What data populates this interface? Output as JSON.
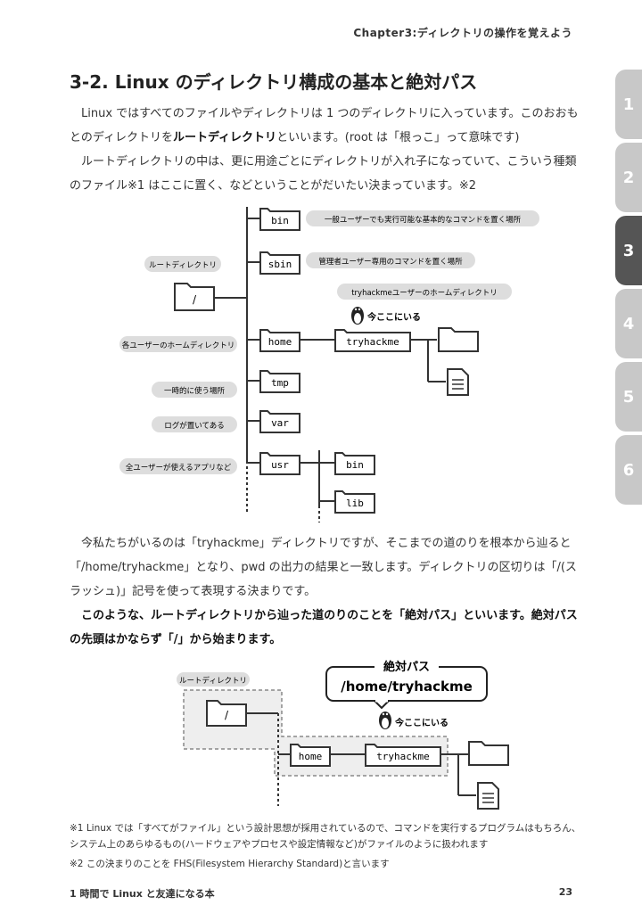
{
  "header": {
    "chapter": "Chapter3:ディレクトリの操作を覚えよう"
  },
  "side_tabs": [
    "1",
    "2",
    "3",
    "4",
    "5",
    "6"
  ],
  "section_title": "3-2. Linux のディレクトリ構成の基本と絶対パス",
  "intro": {
    "p1_a": "Linux ではすべてのファイルやディレクトリは 1 つのディレクトリに入っています。このおおもとのディレクトリを",
    "p1_bold": "ルートディレクトリ",
    "p1_b": "といいます。(root は「根っこ」って意味です)",
    "p2": "ルートディレクトリの中は、更に用途ごとにディレクトリが入れ子になっていて、こういう種類のファイル※1 はここに置く、などということがだいたい決まっています。※2"
  },
  "diagram1": {
    "root_label": "ルートディレクトリ",
    "root_folder": "/",
    "dirs": [
      "bin",
      "sbin",
      "home",
      "tmp",
      "var",
      "usr"
    ],
    "bin_desc": "一般ユーザーでも実行可能な基本的なコマンドを置く場所",
    "sbin_desc": "管理者ユーザー専用のコマンドを置く場所",
    "home_desc": "各ユーザーのホームディレクトリ",
    "tmp_desc": "一時的に使う場所",
    "var_desc": "ログが置いてある",
    "usr_desc": "全ユーザーが使えるアプリなど",
    "tryhackme": "tryhackme",
    "tryhackme_desc": "tryhackmeユーザーのホームディレクトリ",
    "here": "今ここにいる",
    "usr_children": [
      "bin",
      "lib"
    ]
  },
  "body": {
    "p3": "今私たちがいるのは「tryhackme」ディレクトリですが、そこまでの道のりを根本から辿ると「/home/tryhackme」となり、pwd の出力の結果と一致します。ディレクトリの区切りは「/(スラッシュ)」記号を使って表現する決まりです。",
    "p4_bold": "このような、ルートディレクトリから辿った道のりのことを「絶対パス」といいます。絶対パスの先頭はかならず「/」から始まります。"
  },
  "diagram2": {
    "root_label": "ルートディレクトリ",
    "root_folder": "/",
    "abs_title": "絶対パス",
    "abs_path": "/home/tryhackme",
    "here": "今ここにいる",
    "home": "home",
    "tryhackme": "tryhackme"
  },
  "notes": {
    "n1": "※1 Linux では「すべてがファイル」という設計思想が採用されているので、コマンドを実行するプログラムはもちろん、システム上のあらゆるもの(ハードウェアやプロセスや設定情報など)がファイルのように扱われます",
    "n2": "※2 この決まりのことを FHS(Filesystem Hierarchy Standard)と言います"
  },
  "footer": {
    "book_title": "1 時間で Linux と友達になる本",
    "page": "23"
  }
}
